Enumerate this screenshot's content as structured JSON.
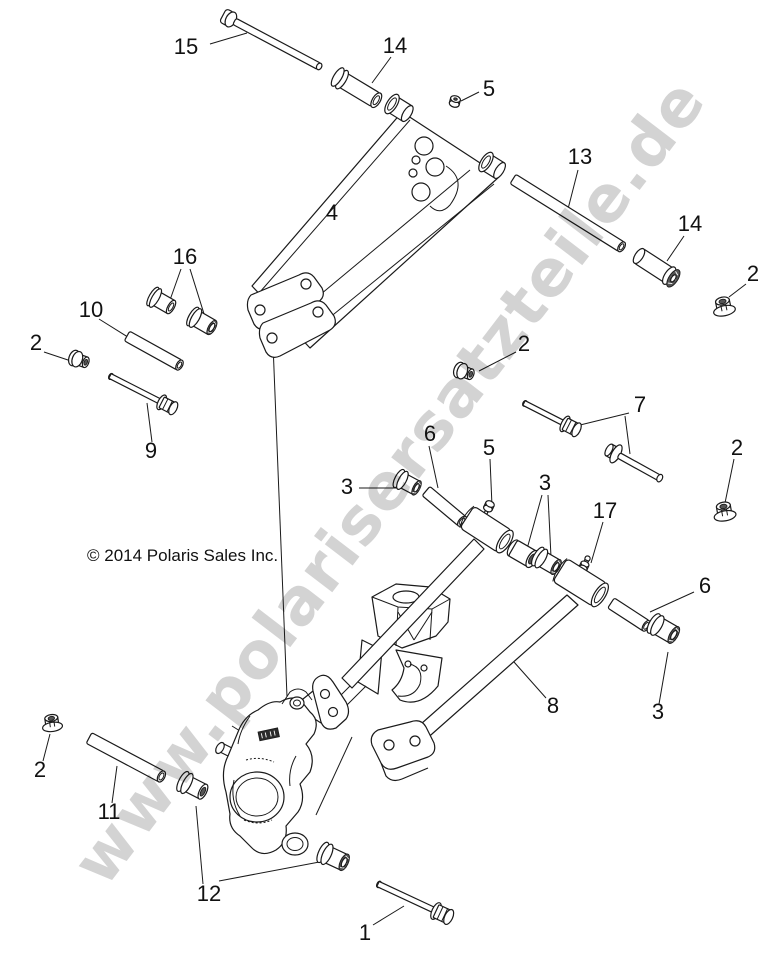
{
  "watermark": {
    "text": "www.polarisersatzteile.de",
    "color": "#d3d3d3"
  },
  "copyright": {
    "text": "© 2014 Polaris Sales Inc."
  },
  "callouts": [
    "15",
    "14",
    "5",
    "4",
    "13",
    "14",
    "2",
    "16",
    "10",
    "2",
    "9",
    "2",
    "7",
    "6",
    "5",
    "3",
    "3",
    "17",
    "2",
    "6",
    "8",
    "3",
    "2",
    "11",
    "12",
    "1"
  ]
}
